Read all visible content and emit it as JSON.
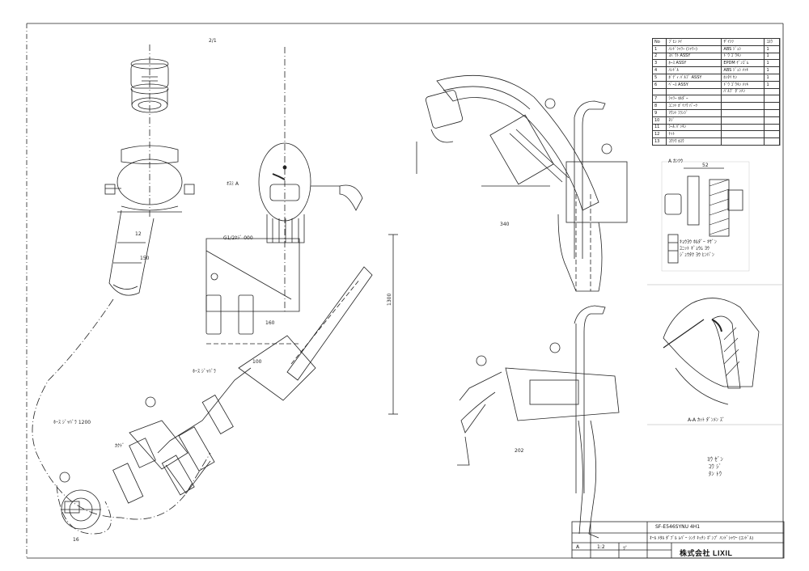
{
  "labels": {
    "top_left": "2/1",
    "side_view": "ｵｽﾐ A",
    "guide": "G1/2ﾈｼﾞ 000",
    "hose": "ﾎｰｽ ｼﾞｬﾊﾞﾗ",
    "dim_150": "150",
    "dim_12": "12",
    "hose_length": "ﾎｰｽ ｼﾞｬﾊﾞﾗ 1200",
    "angle": "ｶｸﾄﾞ",
    "dim_16": "16",
    "dim_100": "100",
    "dim_160": "160",
    "dim_340": "340",
    "dim_202": "202",
    "dim_1300": "1300",
    "view_a": "A ｶﾝﾂｳ",
    "view_a_dim": "52",
    "section_note": "A-A ｶｯﾄ ﾀﾞﾝﾒﾝ ｽﾞ",
    "install_note_1": "ｷｮｳﾖｳ ﾎﾙﾀﾞｰ ｷｻﾞﾝ",
    "install_note_2": "ﾕﾆｯﾄ ｷﾞｮｳﾑ ﾖｳ",
    "install_note_3": "ｼﾞｭｳﾀｸ ﾖｳ ﾋﾝﾊﾞﾝ"
  },
  "parts_table": {
    "header": [
      "No",
      "ﾌﾞﾋﾝ ﾒｲ",
      "ｻﾞｲｼﾂ",
      "ｺｽｳ"
    ],
    "rows": [
      [
        "1",
        "ﾊﾝﾄﾞｼｬﾜｰ (ｼｬﾜｰ)",
        "ABS ｼﾞｭｼ",
        "1"
      ],
      [
        "2",
        "ｽﾊﾟｳﾄ ASSY",
        "ﾄﾞｳ ｺﾞｳｷﾝ",
        "1"
      ],
      [
        "3",
        "ﾎｰｽ ASSY",
        "EPDM ｹﾞﾝｺﾞﾑ",
        "1"
      ],
      [
        "4",
        "ﾊﾝﾄﾞﾙ",
        "ABS ｼﾞｭｼ ﾒｯｷ",
        "1"
      ],
      [
        "5",
        "ﾎﾞﾃﾞｨ ﾊﾞﾙﾌﾞ ASSY",
        "ﾎﾝﾀｲ ｾﾝ",
        "1"
      ],
      [
        "6",
        "ﾍﾞｰｽ ASSY",
        "ﾄﾞｳ ｺﾞｳｷﾝ ﾒｯｷ",
        "1"
      ],
      [
        "",
        "",
        "ﾊﾞﾙﾌﾞ ﾀﾞﾝﾒﾝ",
        ""
      ],
      [
        "7",
        "ｼｬﾜｰ ﾎﾙﾀﾞｰ",
        "",
        ""
      ],
      [
        "8",
        "ﾕﾆｯﾄ ｶﾞｲｿｳ ﾊﾟｰﾂ",
        "",
        ""
      ],
      [
        "9",
        "ﾏｳﾝﾄ ﾌﾗﾝｼﾞ",
        "",
        ""
      ],
      [
        "10",
        "ﾈｼﾞ",
        "",
        ""
      ],
      [
        "11",
        "ｼｰﾙ ﾊﾟｯｷﾝ",
        "",
        ""
      ],
      [
        "12",
        "ﾅｯﾄ",
        "",
        ""
      ],
      [
        "13",
        "ｺｳﾂｳ ﾎｽｳ",
        "",
        ""
      ]
    ]
  },
  "title_block": {
    "model": "SF-E546SYNU 4H1",
    "description": "ｵｰﾙ ﾒﾀﾙ ﾀﾞﾌﾞﾙ ﾚﾊﾞｰ ｼﾝｸ ｷｯﾁﾝ ﾎﾟﾝﾌﾟ ﾊﾝﾄﾞｼｬﾜｰ (ｺﾝﾄﾞﾙ)",
    "scale_label": "1:2",
    "drawn": "ﾂﾞ",
    "checked": "A",
    "company": "株式会社 LIXIL"
  },
  "stamp": {
    "line1": "ﾖｳ ｾﾞﾝ",
    "line2": "ｺｳ ｼﾞ",
    "line3": "ﾀﾝ ﾄｳ"
  }
}
